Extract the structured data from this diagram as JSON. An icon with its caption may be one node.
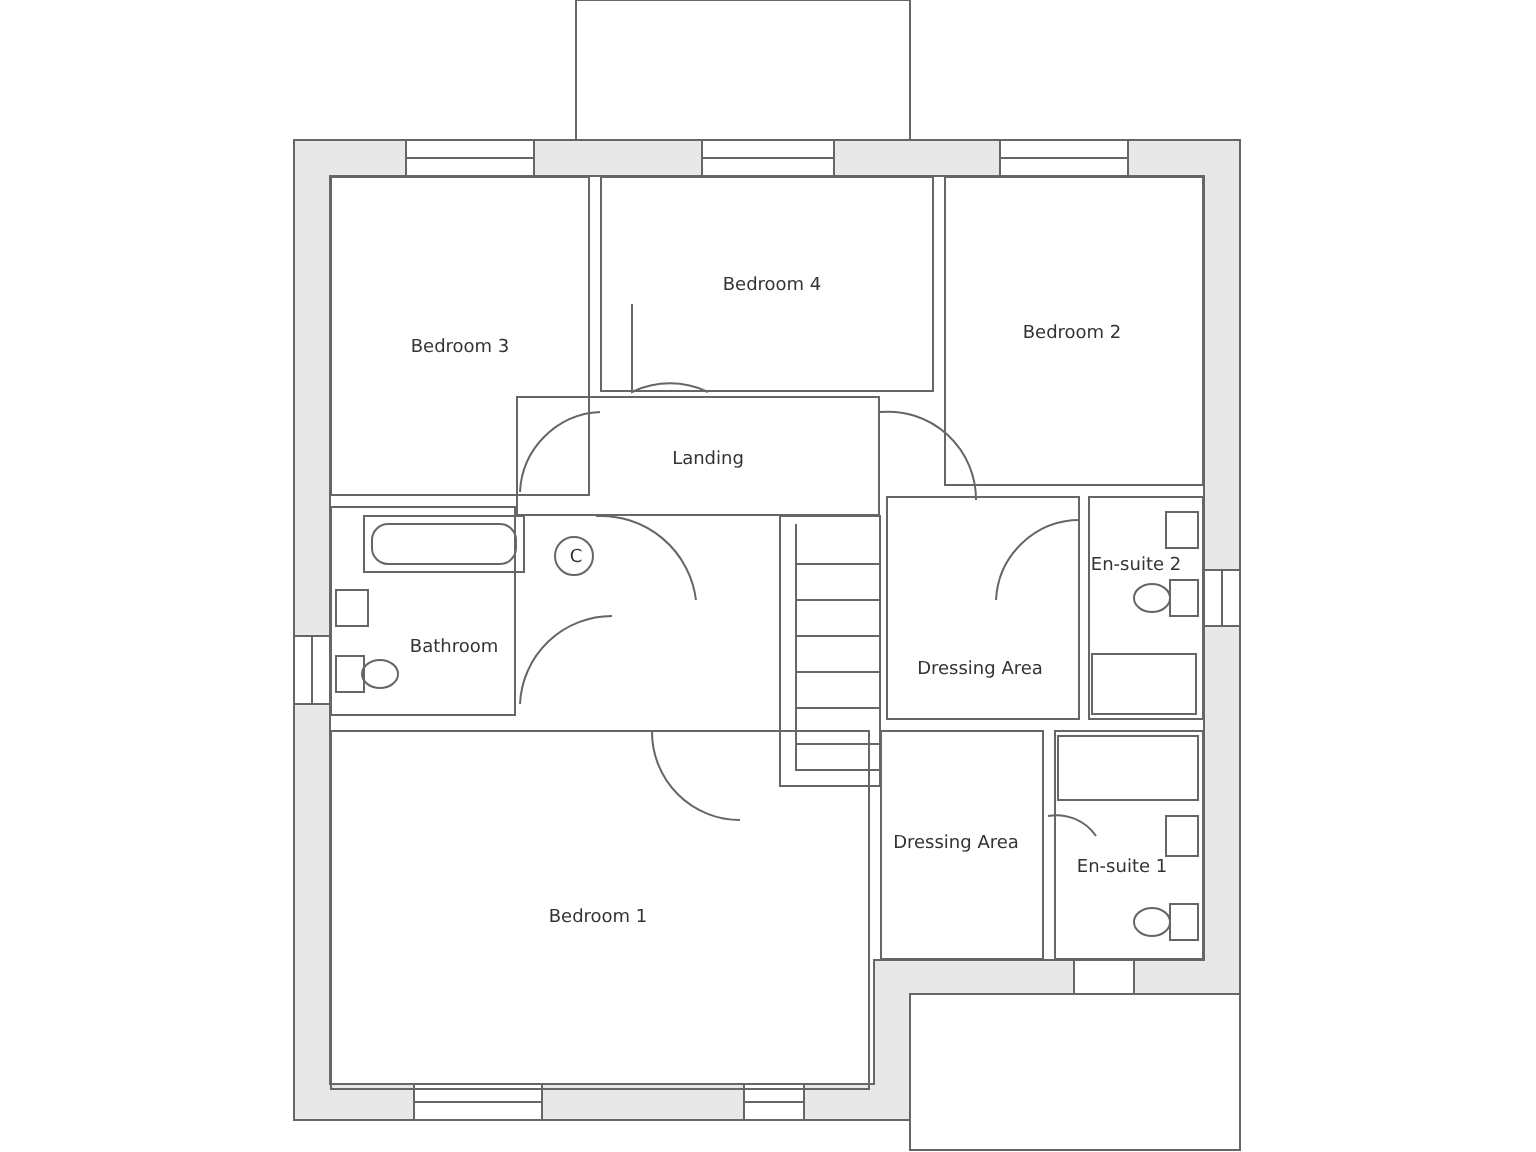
{
  "diagram": {
    "nodes": [
      {
        "text": [
          "Bedroom 3"
        ]
      },
      {
        "text": [
          "Bedroom 4"
        ]
      },
      {
        "text": [
          "Bedroom 2"
        ]
      },
      {
        "text": [
          "Landing"
        ]
      },
      {
        "text": [
          "C"
        ]
      },
      {
        "text": [
          "Bathroom"
        ]
      },
      {
        "text": [
          "En-suite 2"
        ]
      },
      {
        "text": [
          "Dressing Area"
        ]
      },
      {
        "text": [
          "Dressing Area"
        ]
      },
      {
        "text": [
          "En-suite 1"
        ]
      },
      {
        "text": [
          "Bedroom 1"
        ]
      }
    ]
  }
}
